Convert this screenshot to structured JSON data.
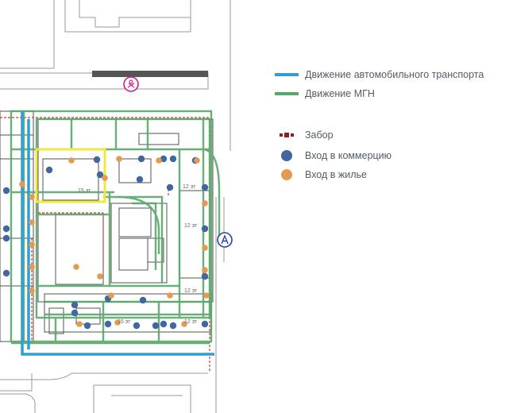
{
  "colors": {
    "car_traffic": "#2f9fd6",
    "mgn_traffic": "#5aa66a",
    "fence": "#8e1e2e",
    "commerce_entrance": "#41679e",
    "residential_entrance": "#e59a52",
    "highlight_block": "#f1e93a",
    "pin_magenta": "#d01b8e",
    "pin_blue": "#2e3fae"
  },
  "legend": {
    "items": [
      {
        "label": "Движение автомобильного транспорта",
        "icon": "blue-line-icon"
      },
      {
        "label": "Движение МГН",
        "icon": "green-line-icon"
      },
      {
        "label": "Забор",
        "icon": "fence-icon"
      },
      {
        "label": "Вход в коммерцию",
        "icon": "blue-dot-icon"
      },
      {
        "label": "Вход в жилье",
        "icon": "orange-dot-icon"
      }
    ]
  },
  "map": {
    "floor_labels": [
      "15 эт",
      "12 эт",
      "12 эт",
      "12 эт",
      "15 эт",
      "12 эт"
    ],
    "pins": [
      {
        "icon": "magenta-pin-icon"
      },
      {
        "icon": "blue-pin-icon"
      }
    ]
  }
}
